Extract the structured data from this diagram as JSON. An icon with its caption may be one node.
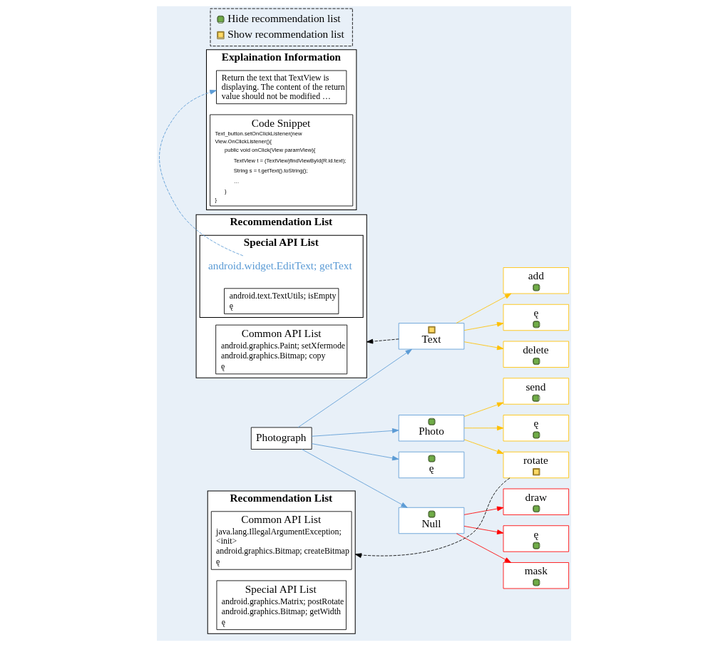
{
  "diagram": {
    "nodes": [
      {
        "text": [
          "Recommendation List"
        ]
      },
      {
        "text": [
          "Common API List",
          "android.graphics.Paint; setXfermode",
          "android.graphics.Bitmap; copy",
          "ę"
        ],
        "in": 0
      },
      {
        "text": [
          "Special API List"
        ],
        "in": 0
      },
      {
        "text": [
          "android.widget.EditText; getText"
        ],
        "in": 2
      },
      {
        "text": [
          "android.text.TextUtils; isEmpty",
          "ę"
        ],
        "in": 2
      },
      {
        "text": [
          "Explaination Information"
        ]
      },
      {
        "text": [
          "Return the text that TextView is displaying. The content of the return value should not be modified …"
        ],
        "in": 5
      },
      {
        "text": [
          "Code Snippet",
          "Text_button.setOnClickListener(new",
          "View.OnClickListener(){",
          "public void onClick(View paramView){",
          "TextView t = (TextView)findViewById(R.id.text);",
          "String s = t.getText().toString();",
          "…",
          "}",
          "}"
        ],
        "in": 5
      },
      {
        "text": [
          "Photograph"
        ]
      },
      {
        "text": [
          "Text"
        ]
      },
      {
        "text": [
          "Photo"
        ]
      },
      {
        "text": [
          "Recommendation List"
        ]
      },
      {
        "text": [
          "Common API List",
          "java.lang.IllegalArgumentException; <init>",
          "android.graphics.Bitmap; createBitmap",
          "ę"
        ],
        "in": 11
      },
      {
        "text": [
          "Special API List",
          "android.graphics.Matrix; postRotate",
          "android.graphics.Bitmap; getWidth",
          "ę"
        ],
        "in": 11
      },
      {
        "text": [
          "ę"
        ]
      },
      {
        "text": [
          "Null"
        ]
      },
      {
        "text": [
          "add"
        ]
      },
      {
        "text": [
          "ę"
        ]
      },
      {
        "text": [
          "delete"
        ]
      },
      {
        "text": [
          "send"
        ]
      },
      {
        "text": [
          "ę"
        ]
      },
      {
        "text": [
          "rotate"
        ]
      },
      {
        "text": [
          "draw"
        ]
      },
      {
        "text": [
          "ę"
        ]
      },
      {
        "text": [
          "mask"
        ]
      }
    ],
    "edges": [
      {
        "from": 8,
        "to": 9,
        "arrow": "to",
        "color": "#5b9bd5"
      },
      {
        "from": 8,
        "to": 10,
        "arrow": "to",
        "color": "#5b9bd5"
      },
      {
        "from": 8,
        "to": 14,
        "arrow": "to",
        "color": "#5b9bd5"
      },
      {
        "from": 8,
        "to": 15,
        "arrow": "to",
        "color": "#5b9bd5"
      },
      {
        "from": 9,
        "to": 16,
        "arrow": "to",
        "color": "#ffc000"
      },
      {
        "from": 9,
        "to": 17,
        "arrow": "to",
        "color": "#ffc000"
      },
      {
        "from": 9,
        "to": 18,
        "arrow": "to",
        "color": "#ffc000"
      },
      {
        "from": 10,
        "to": 19,
        "arrow": "to",
        "color": "#ffc000"
      },
      {
        "from": 10,
        "to": 20,
        "arrow": "to",
        "color": "#ffc000"
      },
      {
        "from": 10,
        "to": 21,
        "arrow": "to",
        "color": "#ffc000"
      },
      {
        "from": 15,
        "to": 22,
        "arrow": "to",
        "color": "#ff0000"
      },
      {
        "from": 15,
        "to": 23,
        "arrow": "to",
        "color": "#ff0000"
      },
      {
        "from": 15,
        "to": 24,
        "arrow": "to",
        "color": "#ff0000"
      },
      {
        "from": 9,
        "to": 0,
        "arrow": "to",
        "style": "dashed",
        "color": "#000000"
      },
      {
        "from": 21,
        "to": 11,
        "arrow": "to",
        "style": "dashed",
        "color": "#000000"
      },
      {
        "from": 3,
        "to": 6,
        "arrow": "to",
        "style": "dashed",
        "color": "#5b9bd5"
      }
    ],
    "legend": [
      {
        "text": "Hide recommendation list"
      },
      {
        "text": "Show recommendation list"
      }
    ]
  }
}
